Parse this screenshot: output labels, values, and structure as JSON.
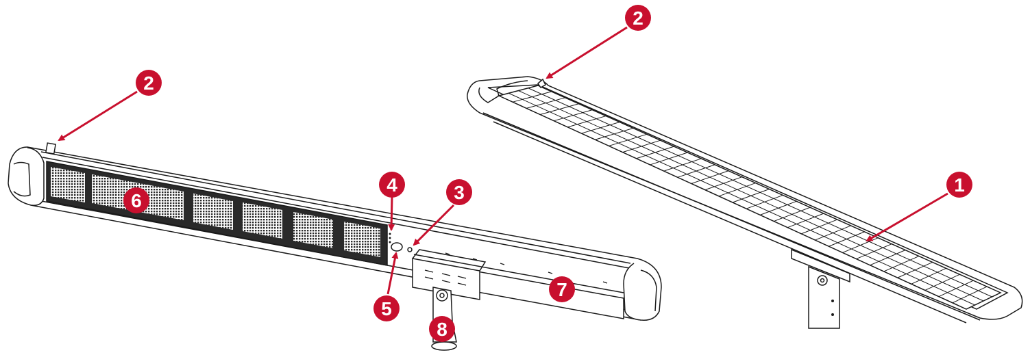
{
  "callouts": [
    {
      "id": "c1",
      "label": "1"
    },
    {
      "id": "c2a",
      "label": "2"
    },
    {
      "id": "c2b",
      "label": "2"
    },
    {
      "id": "c3",
      "label": "3"
    },
    {
      "id": "c4",
      "label": "4"
    },
    {
      "id": "c5",
      "label": "5"
    },
    {
      "id": "c6",
      "label": "6"
    },
    {
      "id": "c7",
      "label": "7"
    },
    {
      "id": "c8",
      "label": "8"
    }
  ],
  "colors": {
    "callout": "#c8102e",
    "callout_text": "#ffffff",
    "line": "#1a1a1a",
    "panel_fill": "#ffffff",
    "grille": "#2a2a2a"
  }
}
